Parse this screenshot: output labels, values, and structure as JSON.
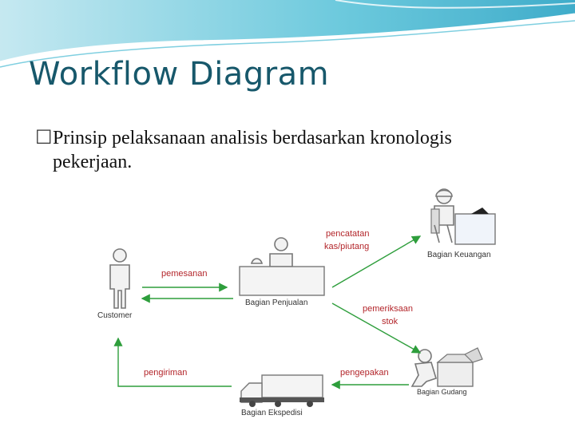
{
  "slide": {
    "title": "Workflow Diagram",
    "bullet": {
      "glyph": "☐",
      "line1": "Prinsip pelaksanaan analisis berdasarkan kronologis",
      "line2": "pekerjaan."
    }
  },
  "diagram": {
    "actors": {
      "customer": "Customer",
      "penjualan": "Bagian Penjualan",
      "keuangan": "Bagian Keuangan",
      "gudang": "Bagian Gudang",
      "ekspedisi": "Bagian Ekspedisi"
    },
    "flows": {
      "pemesanan": "pemesanan",
      "pencatatan_line1": "pencatatan",
      "pencatatan_line2": "kas/piutang",
      "pemeriksaan_line1": "pemeriksaan",
      "pemeriksaan_line2": "stok",
      "pengepakan": "pengepakan",
      "pengiriman": "pengiriman"
    },
    "colors": {
      "arrow": "#2e9e3c",
      "label": "#b3262b",
      "title": "#17586b"
    }
  }
}
